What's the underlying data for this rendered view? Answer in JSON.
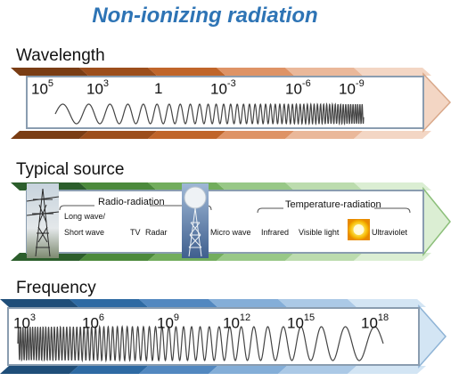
{
  "title": "Non-ionizing radiation",
  "wavelength": {
    "label": "Wavelength",
    "ticks": [
      {
        "base": "10",
        "exp": "5"
      },
      {
        "base": "10",
        "exp": "3"
      },
      {
        "base": "1",
        "exp": ""
      },
      {
        "base": "10",
        "exp": "-3"
      },
      {
        "base": "10",
        "exp": "-6"
      },
      {
        "base": "10",
        "exp": "-9"
      }
    ]
  },
  "source": {
    "label": "Typical source",
    "group_radio": "Radio-radiation",
    "group_temp": "Temperature-radiation",
    "items": {
      "long_wave": "Long wave/",
      "short_wave": "Short wave",
      "tv": "TV",
      "radar": "Radar",
      "micro_wave": "Micro wave",
      "infrared": "Infrared",
      "visible": "Visible light",
      "ultraviolet": "Ultraviolet"
    }
  },
  "frequency": {
    "label": "Frequency",
    "ticks": [
      {
        "base": "10",
        "exp": "3"
      },
      {
        "base": "10",
        "exp": "6"
      },
      {
        "base": "10",
        "exp": "9"
      },
      {
        "base": "10",
        "exp": "12"
      },
      {
        "base": "10",
        "exp": "15"
      },
      {
        "base": "10",
        "exp": "18"
      }
    ]
  },
  "colors": {
    "title": "#2e74b5",
    "wavelength_band": [
      "#7a3d14",
      "#9c4e1c",
      "#c0652a",
      "#de9366",
      "#eab89a",
      "#f3d6c4"
    ],
    "source_band": [
      "#2c5e2c",
      "#4c8a3c",
      "#72ad5d",
      "#98c887",
      "#bcdcae",
      "#dbeed3"
    ],
    "frequency_band": [
      "#1f4e79",
      "#2e6aa3",
      "#5288c0",
      "#84aed8",
      "#abc9e6",
      "#d3e5f4"
    ]
  },
  "icons": [
    "power-pylon-icon",
    "radar-tower-icon",
    "sun-icon"
  ]
}
